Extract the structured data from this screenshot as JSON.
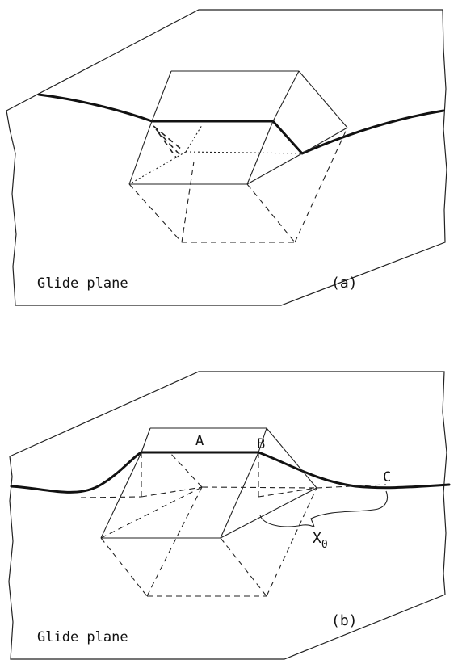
{
  "panel_a": {
    "plane_label": "Glide plane",
    "caption": "(a)"
  },
  "panel_b": {
    "plane_label": "Glide plane",
    "caption": "(b)",
    "point_a": "A",
    "point_b": "B",
    "point_c": "C",
    "width_label": "X",
    "width_subscript": "0"
  }
}
